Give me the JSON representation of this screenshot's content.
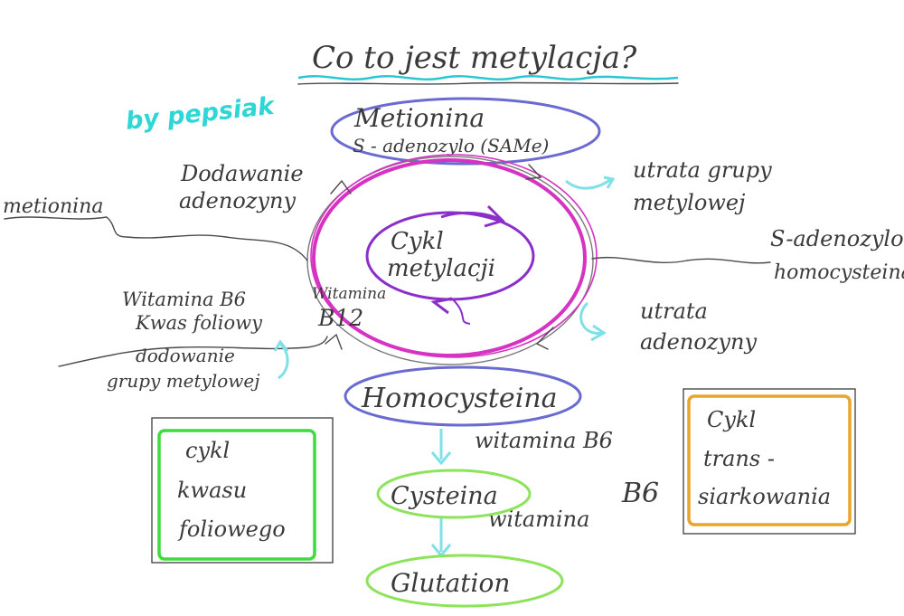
{
  "title": "Co to jest metylacja?",
  "author": "by pepsiak",
  "center": {
    "line1": "Cykl",
    "line2": "metylacji"
  },
  "nodes": {
    "methionine_same": {
      "line1": "Metionina",
      "line2": "S - adenozylo (SAMe)"
    },
    "homocysteine": {
      "label": "Homocysteina"
    },
    "cysteine": {
      "label": "Cysteina"
    },
    "glutathione": {
      "label": "Glutation"
    }
  },
  "labels": {
    "adding_adenosine": {
      "line1": "Dodawanie",
      "line2": "adenozyny"
    },
    "methionine_input": "metionina",
    "loss_methyl": {
      "line1": "utrata grupy",
      "line2": "metylowej"
    },
    "sah": {
      "line1": "S-adenozylo",
      "line2": "homocysteina"
    },
    "vitamins_left": {
      "line1": "Witamina B6",
      "line2": "Kwas foliowy"
    },
    "vitamin_b12": {
      "line1": "Witamina",
      "line2": "B12"
    },
    "adding_methyl": {
      "line1": "dodowanie",
      "line2": "grupy metylowej"
    },
    "loss_adenosine": {
      "line1": "utrata",
      "line2": "adenozyny"
    },
    "vitamin_b6_1": "witamina B6",
    "vitamin_b6_2_word": "witamina",
    "vitamin_b6_2_b6": "B6"
  },
  "boxes": {
    "folate_cycle": {
      "line1": "cykl",
      "line2": "kwasu",
      "line3": "foliowego"
    },
    "transsulfuration": {
      "line1": "Cykl",
      "line2": "trans -",
      "line3": "siarkowania"
    }
  },
  "colors": {
    "ink": "#4a4a4a",
    "title_underline": "#2cc7d2",
    "author": "#2fd6d6",
    "blue_outline": "#6a6ad0",
    "magenta": "#d633c3",
    "purple": "#8a2fc9",
    "green": "#3ddc3d",
    "light_green": "#8de35a",
    "orange": "#e9a52b",
    "cyan_arrow": "#7fe0e8"
  }
}
